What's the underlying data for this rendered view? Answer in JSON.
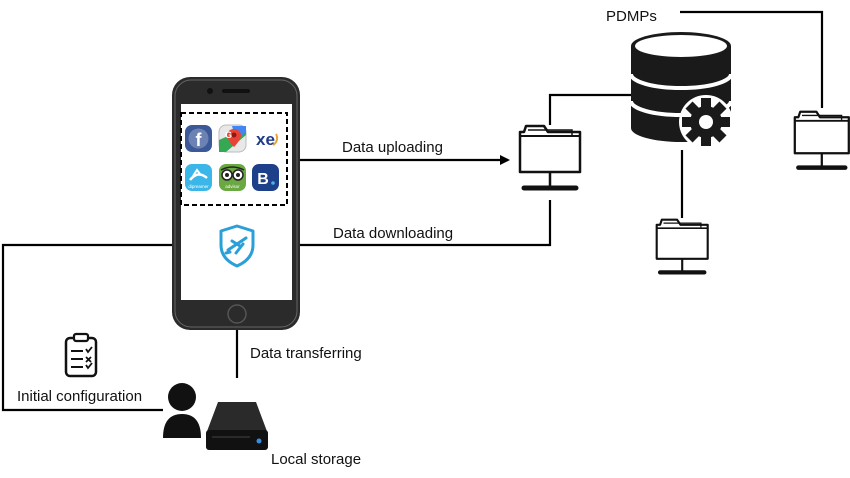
{
  "labels": {
    "pdmps": "PDMPs",
    "data_uploading": "Data uploading",
    "data_downloading": "Data downloading",
    "data_transferring": "Data transferring",
    "initial_configuration": "Initial configuration",
    "local_storage": "Local storage"
  },
  "apps": [
    {
      "icon": "facebook-icon",
      "glyph": "f",
      "color": "#3b5998"
    },
    {
      "icon": "google-maps-icon",
      "glyph": "G",
      "color": "#34a853"
    },
    {
      "icon": "xe-icon",
      "glyph": "xe",
      "color": "#1f3c88"
    },
    {
      "icon": "tripit-icon",
      "glyph": "tripit",
      "color": "#3ab7e8"
    },
    {
      "icon": "tripadvisor-icon",
      "glyph": "advisor",
      "color": "#6aa842"
    },
    {
      "icon": "booking-icon",
      "glyph": "B.",
      "color": "#1e3f8a"
    }
  ],
  "colors": {
    "line": "#000000",
    "phone_body": "#2b2b2b",
    "shield_app": "#2a9fd8",
    "gear": "#1a1a1a",
    "database": "#1a1a1a"
  }
}
